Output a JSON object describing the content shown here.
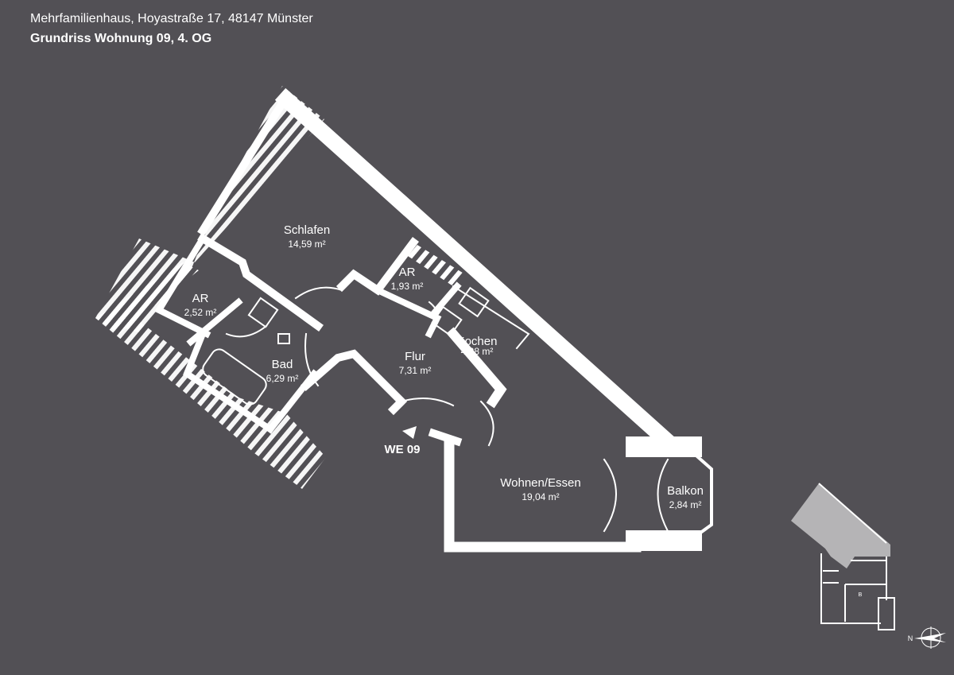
{
  "header": {
    "address": "Mehrfamilienhaus, Hoyastraße 17, 48147 Münster",
    "title": "Grundriss Wohnung 09, 4. OG"
  },
  "rooms": [
    {
      "name": "Schlafen",
      "area": "14,59 m²"
    },
    {
      "name": "AR",
      "area": "1,93 m²"
    },
    {
      "name": "AR",
      "area": "2,52 m²"
    },
    {
      "name": "Kochen",
      "area": "4,28 m²"
    },
    {
      "name": "Flur",
      "area": "7,31 m²"
    },
    {
      "name": "Bad",
      "area": "6,29 m²"
    },
    {
      "name": "Wohnen/Essen",
      "area": "19,04 m²"
    },
    {
      "name": "Balkon",
      "area": "2,84 m²"
    }
  ],
  "entrance": {
    "label": "WE 09"
  },
  "minimap": {
    "mark": "B"
  },
  "compass": {
    "label": "N"
  },
  "colors": {
    "background": "#525055",
    "walls": "#ffffff",
    "highlight": "#b5b4b6"
  }
}
